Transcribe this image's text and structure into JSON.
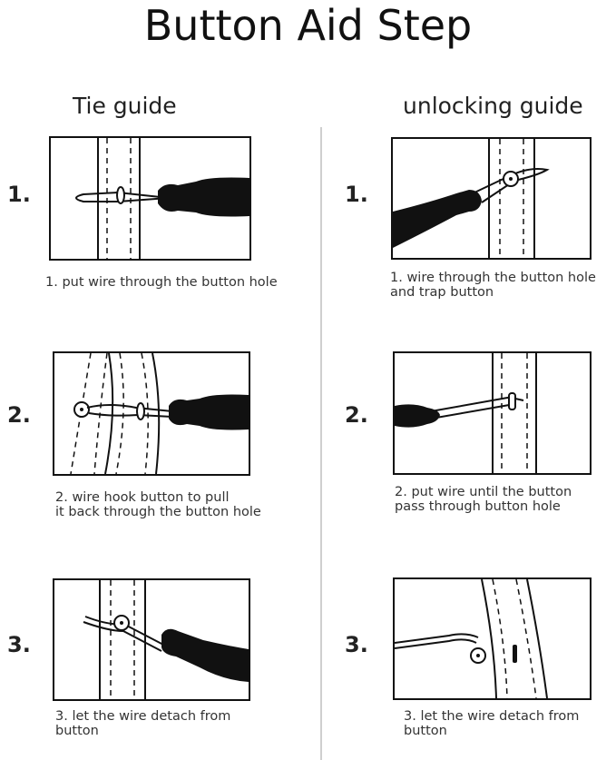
{
  "title": "Button Aid Step",
  "left": {
    "heading": "Tie guide",
    "steps": [
      {
        "number": "1.",
        "caption": "1. put wire through the button hole"
      },
      {
        "number": "2.",
        "caption": "2. wire hook button to pull\nit back through the button hole"
      },
      {
        "number": "3.",
        "caption": "3. let the wire detach from\nbutton"
      }
    ]
  },
  "right": {
    "heading": "unlocking guide",
    "steps": [
      {
        "number": "1.",
        "caption": "1. wire through the button hole\nand trap button"
      },
      {
        "number": "2.",
        "caption": "2. put wire until the button\npass through button hole"
      },
      {
        "number": "3.",
        "caption": "3. let the wire detach from\nbutton"
      }
    ]
  }
}
